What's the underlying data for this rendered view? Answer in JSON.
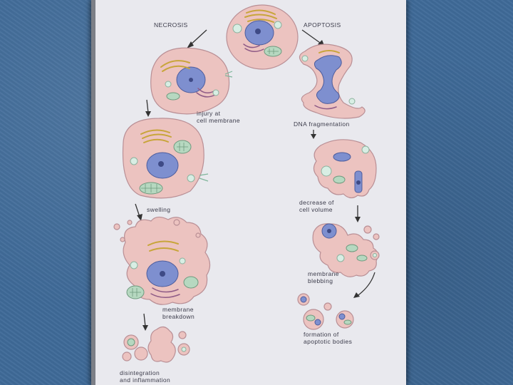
{
  "labels": {
    "necrosis": "NECROSIS",
    "apoptosis": "APOPTOSIS",
    "injury_line1": "injury at",
    "injury_line2": "cell membrane",
    "swelling": "swelling",
    "membrane_breakdown_line1": "membrane",
    "membrane_breakdown_line2": "breakdown",
    "disintegration_line1": "disintegration",
    "disintegration_line2": "and inflammation",
    "dna_fragmentation": "DNA fragmentation",
    "decrease_line1": "decrease of",
    "decrease_line2": "cell volume",
    "blebbing_line1": "membrane",
    "blebbing_line2": "blebbing",
    "formation_line1": "formation of",
    "formation_line2": "apoptotic bodies"
  },
  "colors": {
    "background": "#3f6a98",
    "panel": "#e9e9ee",
    "cytoplasm": "#ecc3c0",
    "nucleus": "#7e8fcf",
    "golgi": "#c8a53a",
    "mitochondria": "#b6d8c0"
  }
}
